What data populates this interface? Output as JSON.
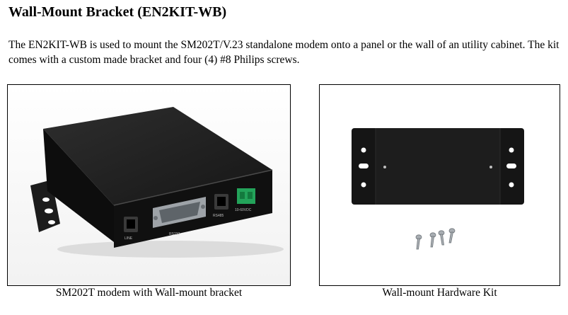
{
  "heading": "Wall-Mount Bracket (EN2KIT-WB)",
  "intro_text": "The EN2KIT-WB is used to mount the SM202T/V.23 standalone modem onto a panel or the wall of an utility cabinet.  The kit comes with a custom made bracket and four (4) #8 Philips screws.",
  "figures": [
    {
      "caption": "SM202T modem with Wall-mount bracket",
      "port_labels": {
        "line": "LINE",
        "rs232": "RS232",
        "rs485": "RS485",
        "power": "10-60VDC"
      }
    },
    {
      "caption": "Wall-mount Hardware Kit"
    }
  ]
}
